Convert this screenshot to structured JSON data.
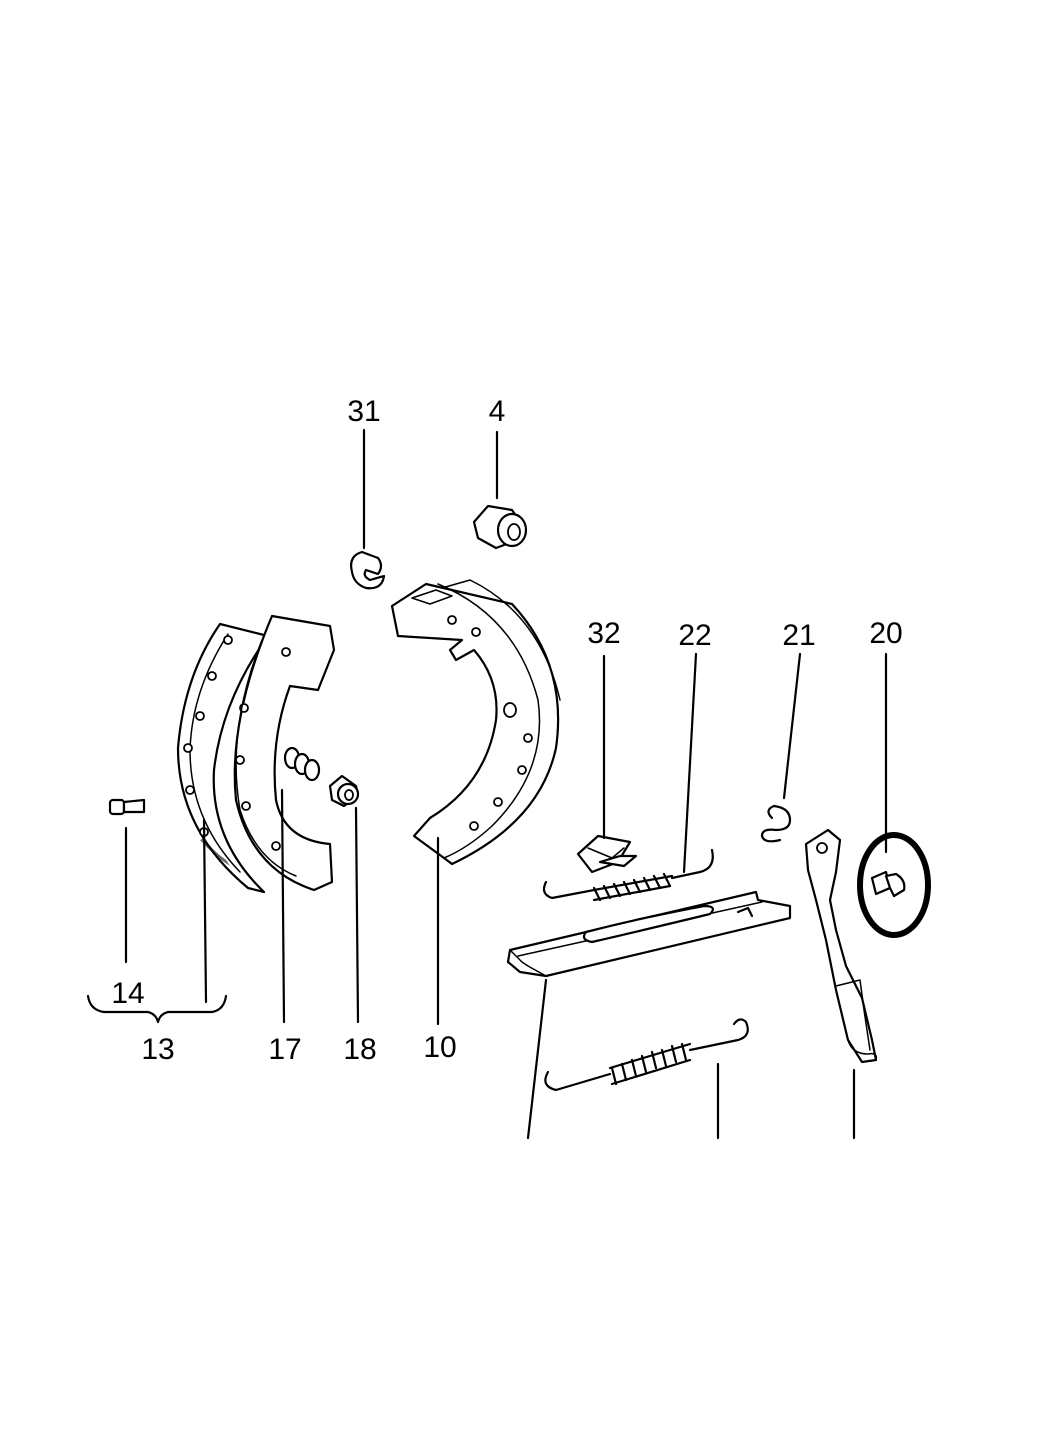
{
  "labels": {
    "p31": "31",
    "p4": "4",
    "p32": "32",
    "p22": "22",
    "p21": "21",
    "p20": "20",
    "p14": "14",
    "p13": "13",
    "p17": "17",
    "p18": "18",
    "p10": "10"
  },
  "highlight": {
    "part": "20",
    "color": "#000000"
  }
}
